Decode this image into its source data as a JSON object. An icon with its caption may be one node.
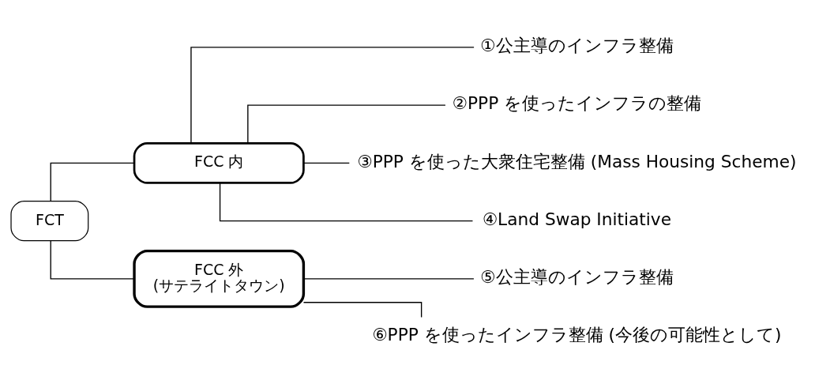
{
  "diagram": {
    "nodes": [
      {
        "text": [
          "FCT"
        ]
      },
      {
        "text": [
          "FCC 内"
        ]
      },
      {
        "text": [
          "FCC 外",
          "(サテライトタウン)"
        ]
      },
      {
        "text": [
          "①公主導のインフラ整備"
        ]
      },
      {
        "text": [
          "②PPP を使ったインフラの整備"
        ]
      },
      {
        "text": [
          "③PPP を使った大衆住宅整備 (Mass Housing Scheme)"
        ]
      },
      {
        "text": [
          "④Land Swap Initiative"
        ]
      },
      {
        "text": [
          "⑤公主導のインフラ整備"
        ]
      },
      {
        "text": [
          "⑥PPP を使ったインフラ整備 (今後の可能性として)"
        ]
      }
    ],
    "edges": [
      {
        "from": 0,
        "to": 1,
        "arrow": "none"
      },
      {
        "from": 0,
        "to": 2,
        "arrow": "none"
      },
      {
        "from": 1,
        "to": 3,
        "arrow": "none"
      },
      {
        "from": 1,
        "to": 4,
        "arrow": "none"
      },
      {
        "from": 1,
        "to": 5,
        "arrow": "none"
      },
      {
        "from": 1,
        "to": 6,
        "arrow": "none"
      },
      {
        "from": 2,
        "to": 7,
        "arrow": "none"
      },
      {
        "from": 2,
        "to": 8,
        "arrow": "none"
      }
    ]
  }
}
